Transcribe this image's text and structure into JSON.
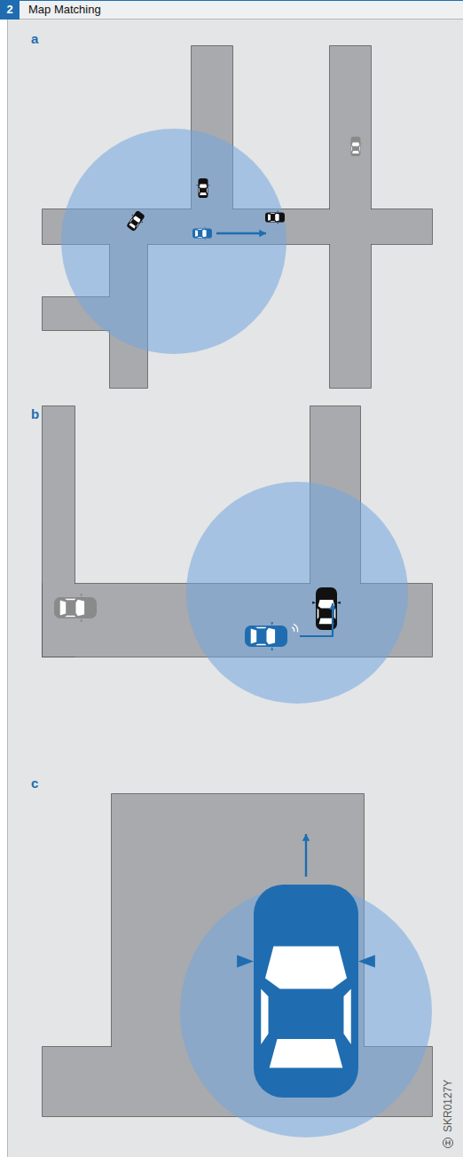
{
  "diagram": {
    "title": "Map Matching",
    "labels": [
      "2",
      "a",
      "b",
      "c",
      "SKR0127Y"
    ]
  }
}
